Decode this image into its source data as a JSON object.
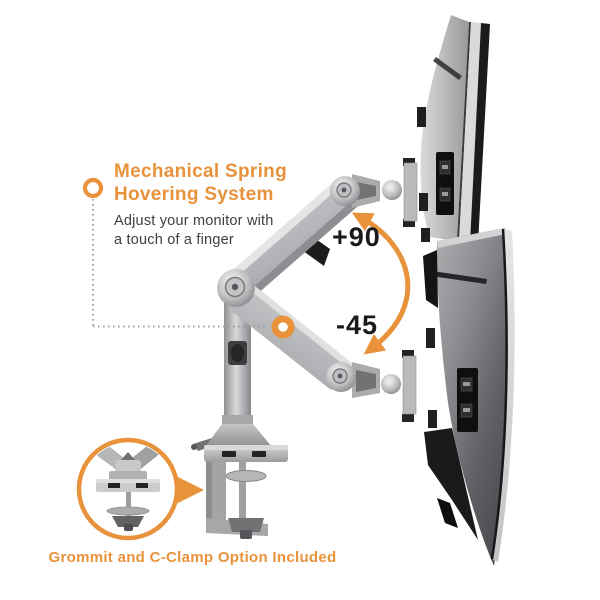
{
  "callout": {
    "title_lines": [
      "Mechanical Spring",
      "Hovering System"
    ],
    "description_lines": [
      "Adjust your monitor with",
      "a touch of a finger"
    ]
  },
  "rotation_range": {
    "up_label": "+90",
    "down_label": "-45"
  },
  "footer": {
    "caption": "Grommit and C-Clamp Option Included"
  },
  "illustration": {
    "subject": "dual-monitor-desk-arm-side-view",
    "inset_subject": "grommet-mount-base-detail"
  },
  "colors": {
    "accent": "#E8923C",
    "text_dark": "#3E3E3E",
    "angle_text": "#1B1B1B",
    "connector_gray": "#9B9B9B"
  }
}
